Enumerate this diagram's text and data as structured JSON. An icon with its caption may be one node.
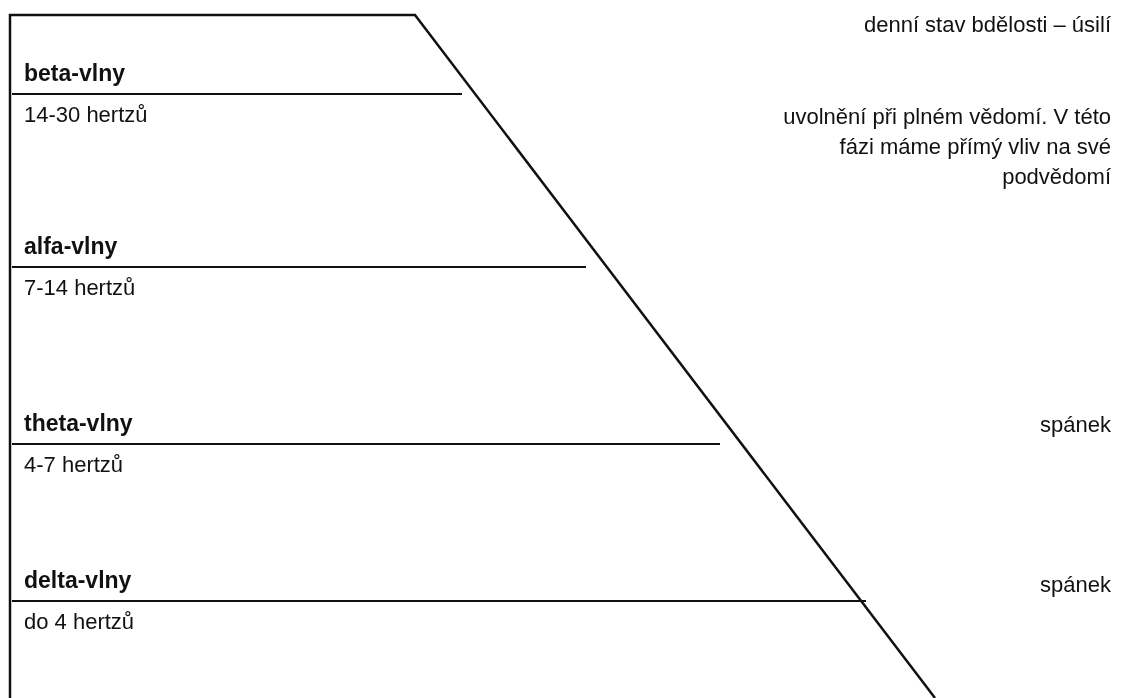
{
  "diagram": {
    "nodes": [
      {
        "text": [
          "beta-vlny",
          "14-30 hertzů"
        ]
      },
      {
        "text": [
          "alfa-vlny",
          "7-14 hertzů"
        ]
      },
      {
        "text": [
          "theta-vlny",
          "4-7 hertzů"
        ]
      },
      {
        "text": [
          "delta-vlny",
          "do 4 hertzů"
        ]
      }
    ],
    "labels": [
      "denní stav bdělosti – úsilí",
      "uvolnění při plném vědomí. V této fázi máme přímý vliv na své podvědomí",
      "spánek",
      "spánek"
    ]
  }
}
